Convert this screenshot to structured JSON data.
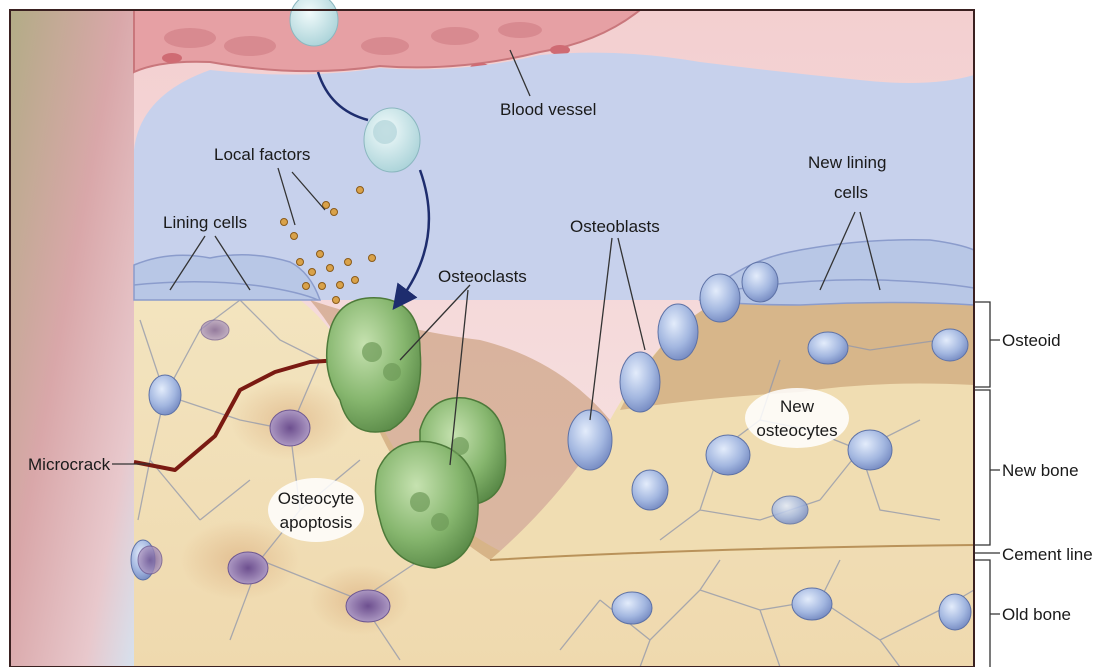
{
  "labels": {
    "blood_vessel": "Blood vessel",
    "local_factors": "Local factors",
    "lining_cells": "Lining cells",
    "osteoclasts": "Osteoclasts",
    "osteoblasts": "Osteoblasts",
    "new_lining_cells_line1": "New lining",
    "new_lining_cells_line2": "cells",
    "microcrack": "Microcrack",
    "osteocyte_apoptosis_line1": "Osteocyte",
    "osteocyte_apoptosis_line2": "apoptosis",
    "new_osteocytes_line1": "New",
    "new_osteocytes_line2": "osteocytes"
  },
  "layers": {
    "osteoid": "Osteoid",
    "new_bone": "New bone",
    "cement_line": "Cement line",
    "old_bone": "Old bone"
  },
  "colors": {
    "vessel": "#e8a6a8",
    "marrow": "#c8d2ec",
    "bone": "#f1e0b8",
    "osteoid": "#d8b888",
    "osteoclast": "#7fb06a",
    "osteoblast": "#9eb2dc",
    "osteocyte_dying": "#8a6fa8",
    "microcrack": "#7a1a12"
  }
}
